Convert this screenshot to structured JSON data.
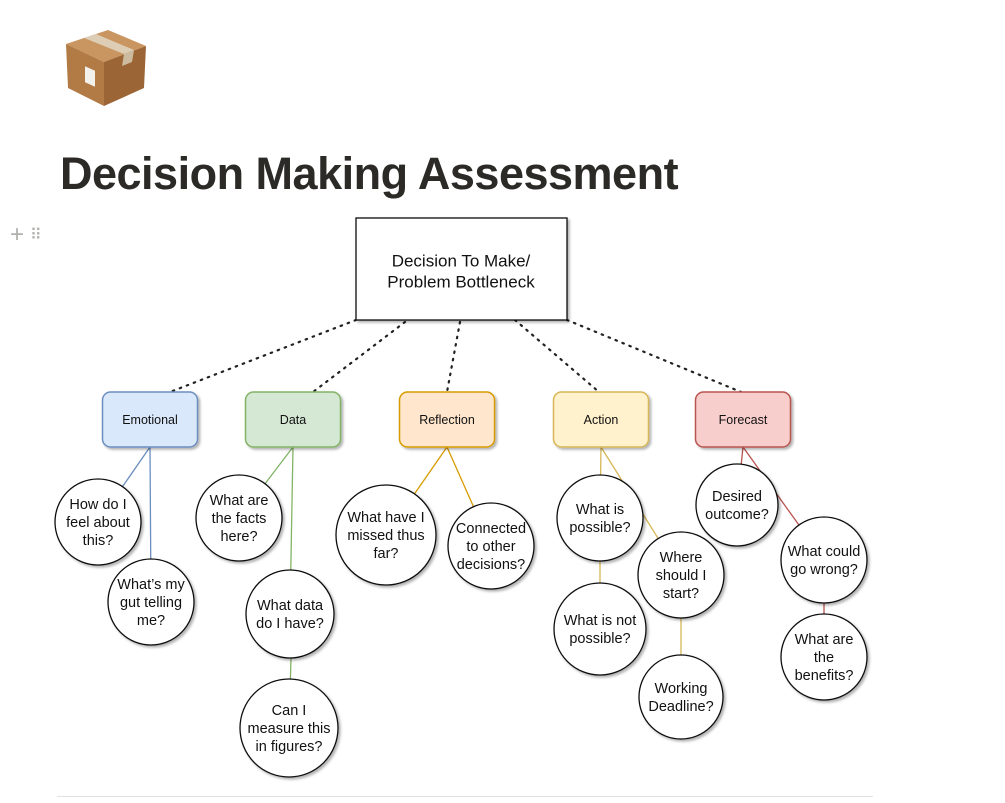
{
  "page": {
    "icon": "package-emoji-icon",
    "title": "Decision Making Assessment"
  },
  "block_controls": {
    "add": "+",
    "drag": "⠿"
  },
  "diagram": {
    "root": {
      "lines": [
        "Decision To Make/",
        "Problem Bottleneck"
      ]
    },
    "categories": [
      {
        "label": "Emotional",
        "fill": "#dae8fc",
        "stroke": "#6c8ebf"
      },
      {
        "label": "Data",
        "fill": "#d5e8d4",
        "stroke": "#82b366"
      },
      {
        "label": "Reflection",
        "fill": "#ffe6cc",
        "stroke": "#d79b00"
      },
      {
        "label": "Action",
        "fill": "#fff2cc",
        "stroke": "#d6b656"
      },
      {
        "label": "Forecast",
        "fill": "#f8cecc",
        "stroke": "#b85450"
      }
    ],
    "questions": [
      {
        "category": 0,
        "lines": [
          "How do I",
          "feel about",
          "this?"
        ]
      },
      {
        "category": 0,
        "lines": [
          "What’s my",
          "gut telling",
          "me?"
        ]
      },
      {
        "category": 1,
        "lines": [
          "What are",
          "the facts",
          "here?"
        ]
      },
      {
        "category": 1,
        "lines": [
          "What data",
          "do I have?"
        ]
      },
      {
        "category": 1,
        "lines": [
          "Can I",
          "measure this",
          "in figures?"
        ]
      },
      {
        "category": 2,
        "lines": [
          "What have I",
          "missed thus",
          "far?"
        ]
      },
      {
        "category": 2,
        "lines": [
          "Connected",
          "to other",
          "decisions?"
        ]
      },
      {
        "category": 3,
        "lines": [
          "What is",
          "possible?"
        ]
      },
      {
        "category": 3,
        "lines": [
          "What is not",
          "possible?"
        ]
      },
      {
        "category": 3,
        "lines": [
          "Where",
          "should I",
          "start?"
        ]
      },
      {
        "category": 3,
        "lines": [
          "Working",
          "Deadline?"
        ]
      },
      {
        "category": 4,
        "lines": [
          "Desired",
          "outcome?"
        ]
      },
      {
        "category": 4,
        "lines": [
          "What could",
          "go wrong?"
        ]
      },
      {
        "category": 4,
        "lines": [
          "What are",
          "the",
          "benefits?"
        ]
      }
    ]
  }
}
